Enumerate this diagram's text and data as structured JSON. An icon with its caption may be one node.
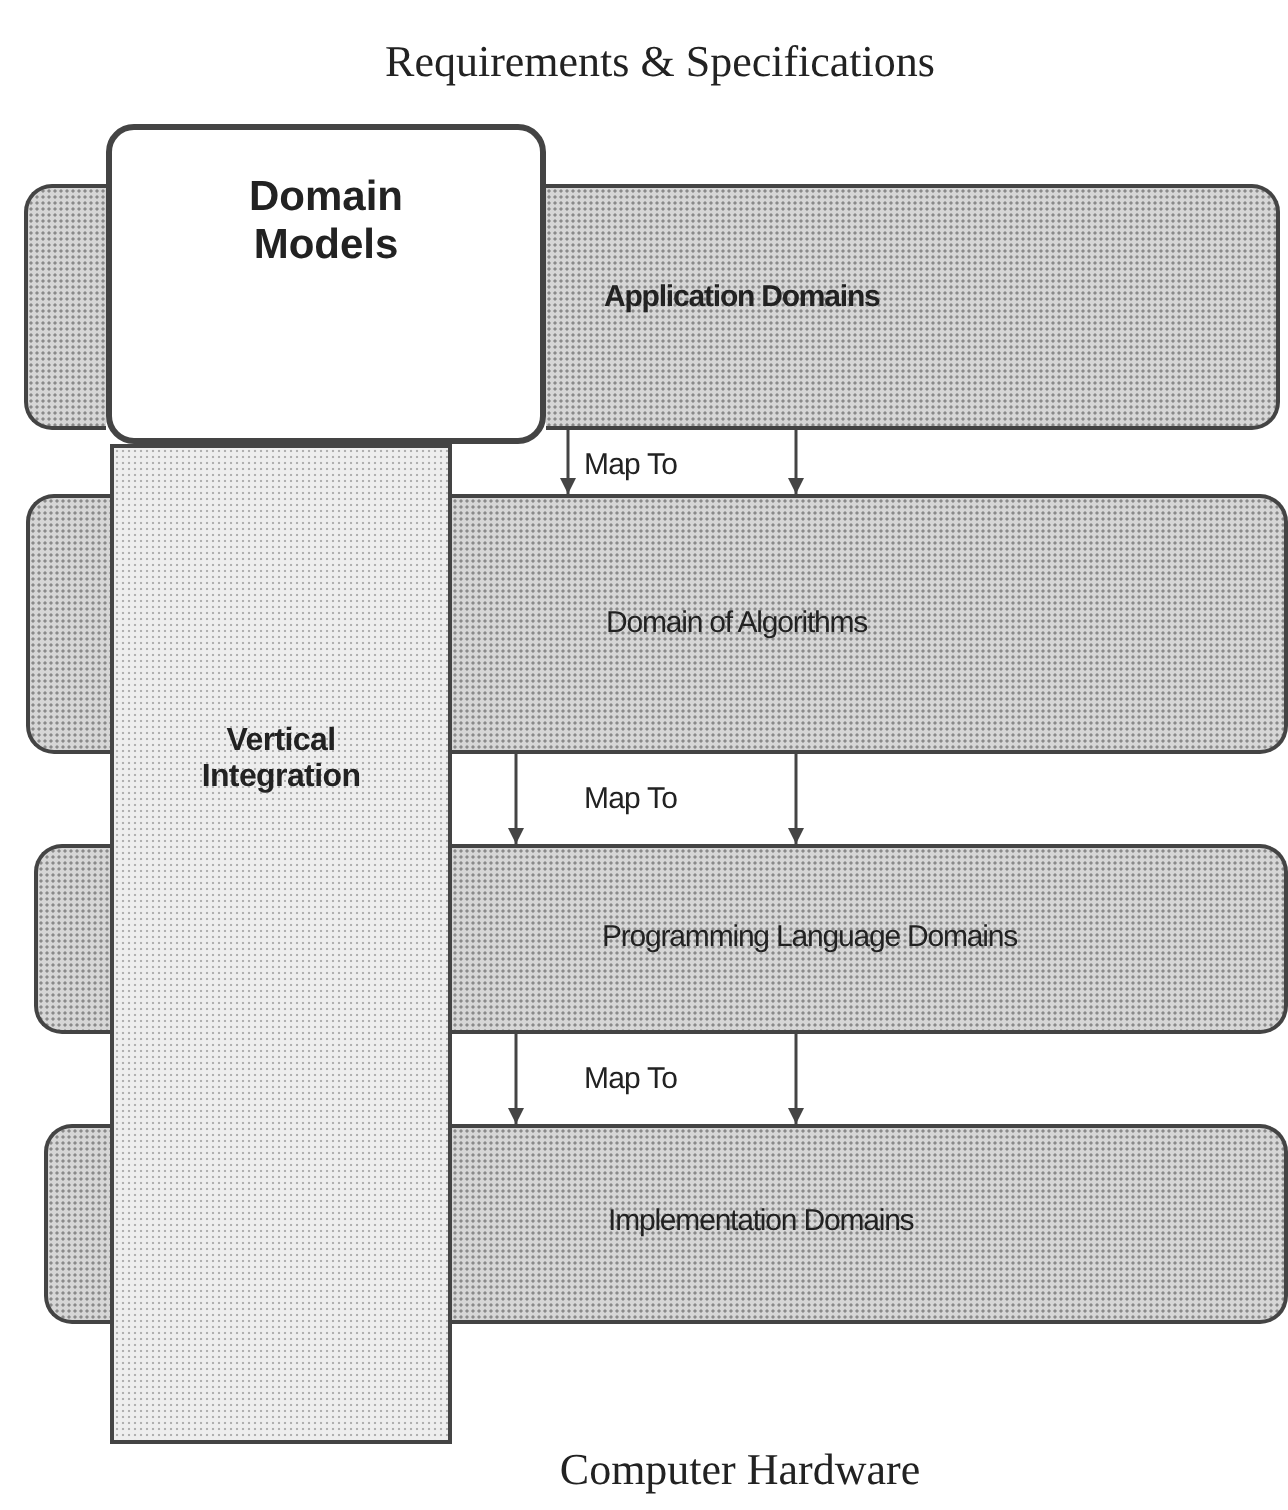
{
  "diagram": {
    "title": "Requirements & Specifications",
    "caption": "Computer Hardware",
    "nodes": [
      {
        "text": [
          "Domain Models"
        ]
      },
      {
        "text": [
          "Application Domains"
        ]
      },
      {
        "text": [
          "Domain of Algorithms"
        ]
      },
      {
        "text": [
          "Vertical Integration"
        ]
      },
      {
        "text": [
          "Programming Language Domains"
        ]
      },
      {
        "text": [
          "Implementation Domains"
        ]
      }
    ],
    "edges": [
      {
        "from": 1,
        "to": 2,
        "arrow": "to"
      },
      {
        "from": 1,
        "to": 2,
        "arrow": "to"
      },
      {
        "from": 2,
        "to": 4,
        "arrow": "to"
      },
      {
        "from": 2,
        "to": 4,
        "arrow": "to"
      },
      {
        "from": 4,
        "to": 5,
        "arrow": "to"
      },
      {
        "from": 4,
        "to": 5,
        "arrow": "to"
      }
    ],
    "labels": [
      "Map To",
      "Map To",
      "Map To"
    ]
  }
}
